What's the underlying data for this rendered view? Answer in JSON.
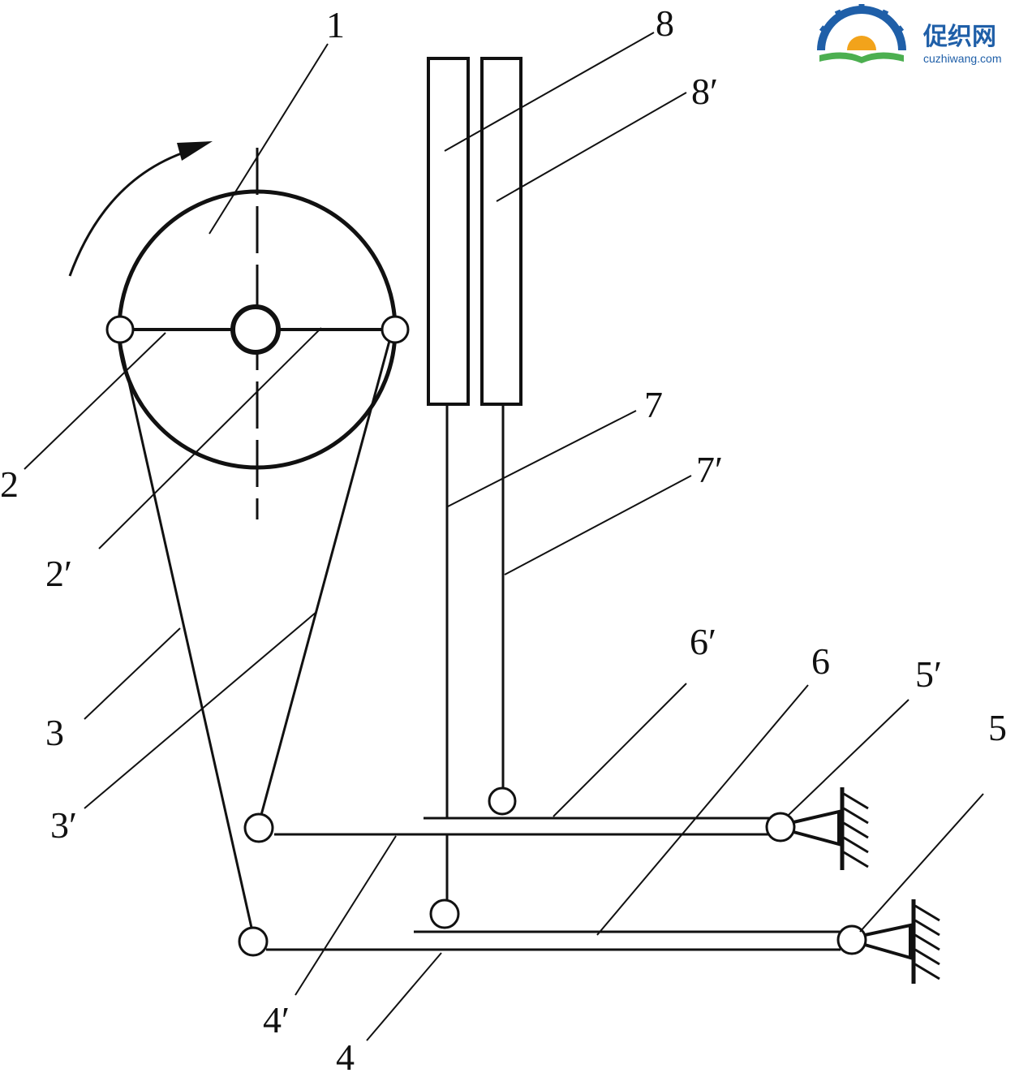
{
  "labels": {
    "l1": "1",
    "l2": "2",
    "l2p": "2′",
    "l3": "3",
    "l3p": "3′",
    "l4": "4",
    "l4p": "4′",
    "l5": "5",
    "l5p": "5′",
    "l6": "6",
    "l6p": "6′",
    "l7": "7",
    "l7p": "7′",
    "l8": "8",
    "l8p": "8′"
  },
  "watermark": {
    "name": "促织网",
    "url": "cuzhiwang.com",
    "colors": {
      "blue": "#1f5fa8",
      "orange": "#f2a31b",
      "green": "#4caf50"
    }
  }
}
